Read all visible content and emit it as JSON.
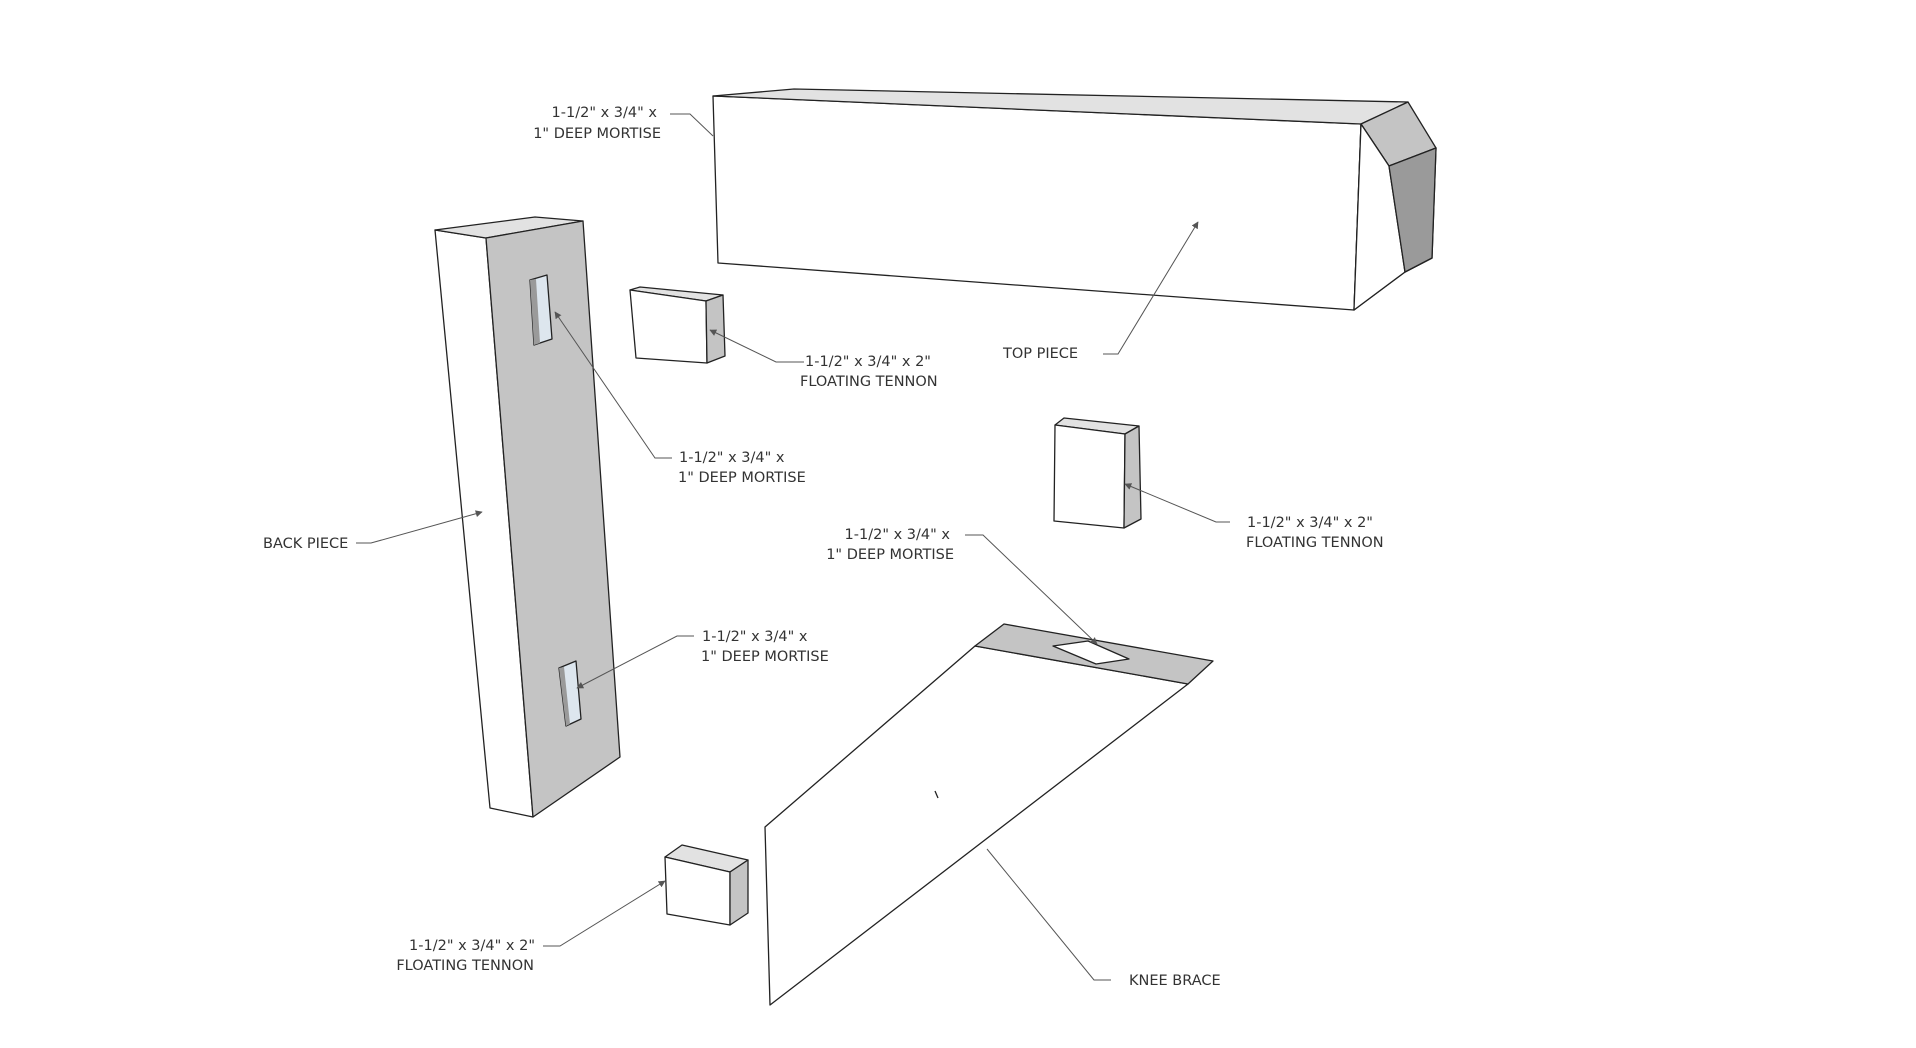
{
  "labels": {
    "top_mortise": {
      "line1": "1-1/2\" x 3/4\" x",
      "line2": "1\" DEEP MORTISE"
    },
    "tennon_upper": {
      "line1": "1-1/2\" x 3/4\" x 2\"",
      "line2": "FLOATING TENNON"
    },
    "top_piece": "TOP PIECE",
    "back_mortise_upper": {
      "line1": "1-1/2\" x 3/4\" x",
      "line2": "1\" DEEP MORTISE"
    },
    "tennon_right": {
      "line1": "1-1/2\" x 3/4\" x 2\"",
      "line2": "FLOATING TENNON"
    },
    "back_piece": "BACK PIECE",
    "brace_mortise": {
      "line1": "1-1/2\" x 3/4\" x",
      "line2": "1\" DEEP MORTISE"
    },
    "back_mortise_lower": {
      "line1": "1-1/2\" x 3/4\" x",
      "line2": "1\" DEEP MORTISE"
    },
    "tennon_lower": {
      "line1": "1-1/2\" x 3/4\" x 2\"",
      "line2": "FLOATING TENNON"
    },
    "knee_brace": "KNEE BRACE"
  },
  "parts": [
    "top-piece",
    "back-piece",
    "knee-brace",
    "floating-tennon",
    "floating-tennon",
    "floating-tennon"
  ]
}
